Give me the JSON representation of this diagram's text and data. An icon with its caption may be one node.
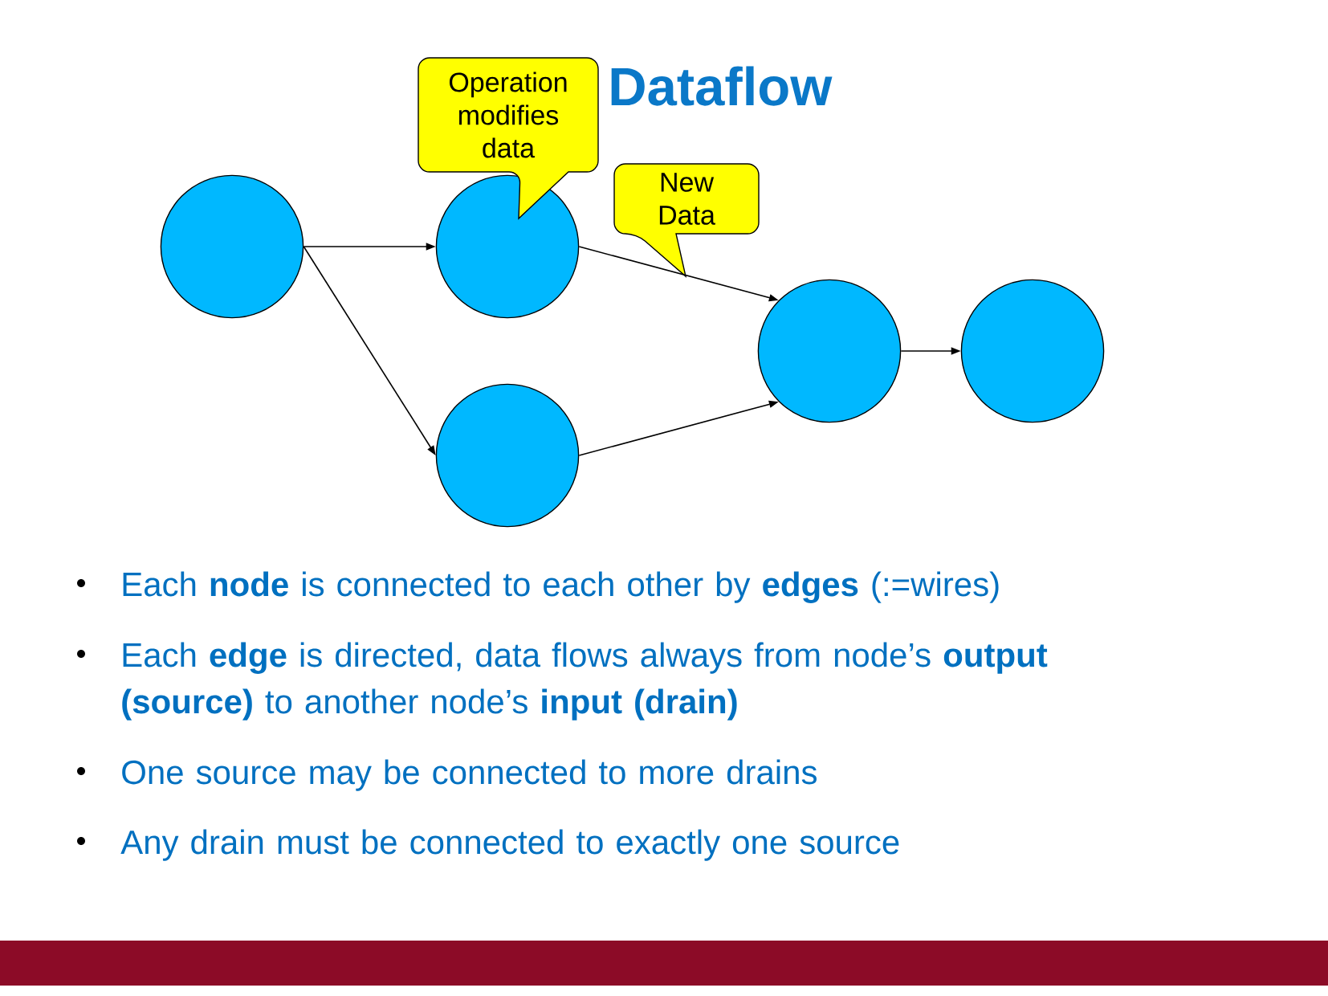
{
  "diagram": {
    "title": "Dataflow",
    "nodes": [
      {
        "text": [],
        "shape": "circle"
      },
      {
        "text": [],
        "shape": "circle"
      },
      {
        "text": [],
        "shape": "circle"
      },
      {
        "text": [],
        "shape": "circle"
      },
      {
        "text": [],
        "shape": "circle"
      },
      {
        "text": [
          "Operation modifies data"
        ]
      },
      {
        "text": [
          "New Data"
        ]
      }
    ],
    "edges": [
      {
        "from": 0,
        "to": 1,
        "arrow": "to"
      },
      {
        "from": 0,
        "to": 2,
        "arrow": "to"
      },
      {
        "from": 1,
        "to": 3,
        "arrow": "to"
      },
      {
        "from": 2,
        "to": 3,
        "arrow": "to"
      },
      {
        "from": 3,
        "to": 4,
        "arrow": "to"
      }
    ],
    "labels": [
      "Each **node** is connected to each other by **edges** (:=wires)",
      "Each **edge** is directed, data flows always from node’s **output (source)** to another node’s **input (drain)**",
      "One source may be connected to more drains",
      "Any drain must be connected to exactly one source"
    ]
  }
}
